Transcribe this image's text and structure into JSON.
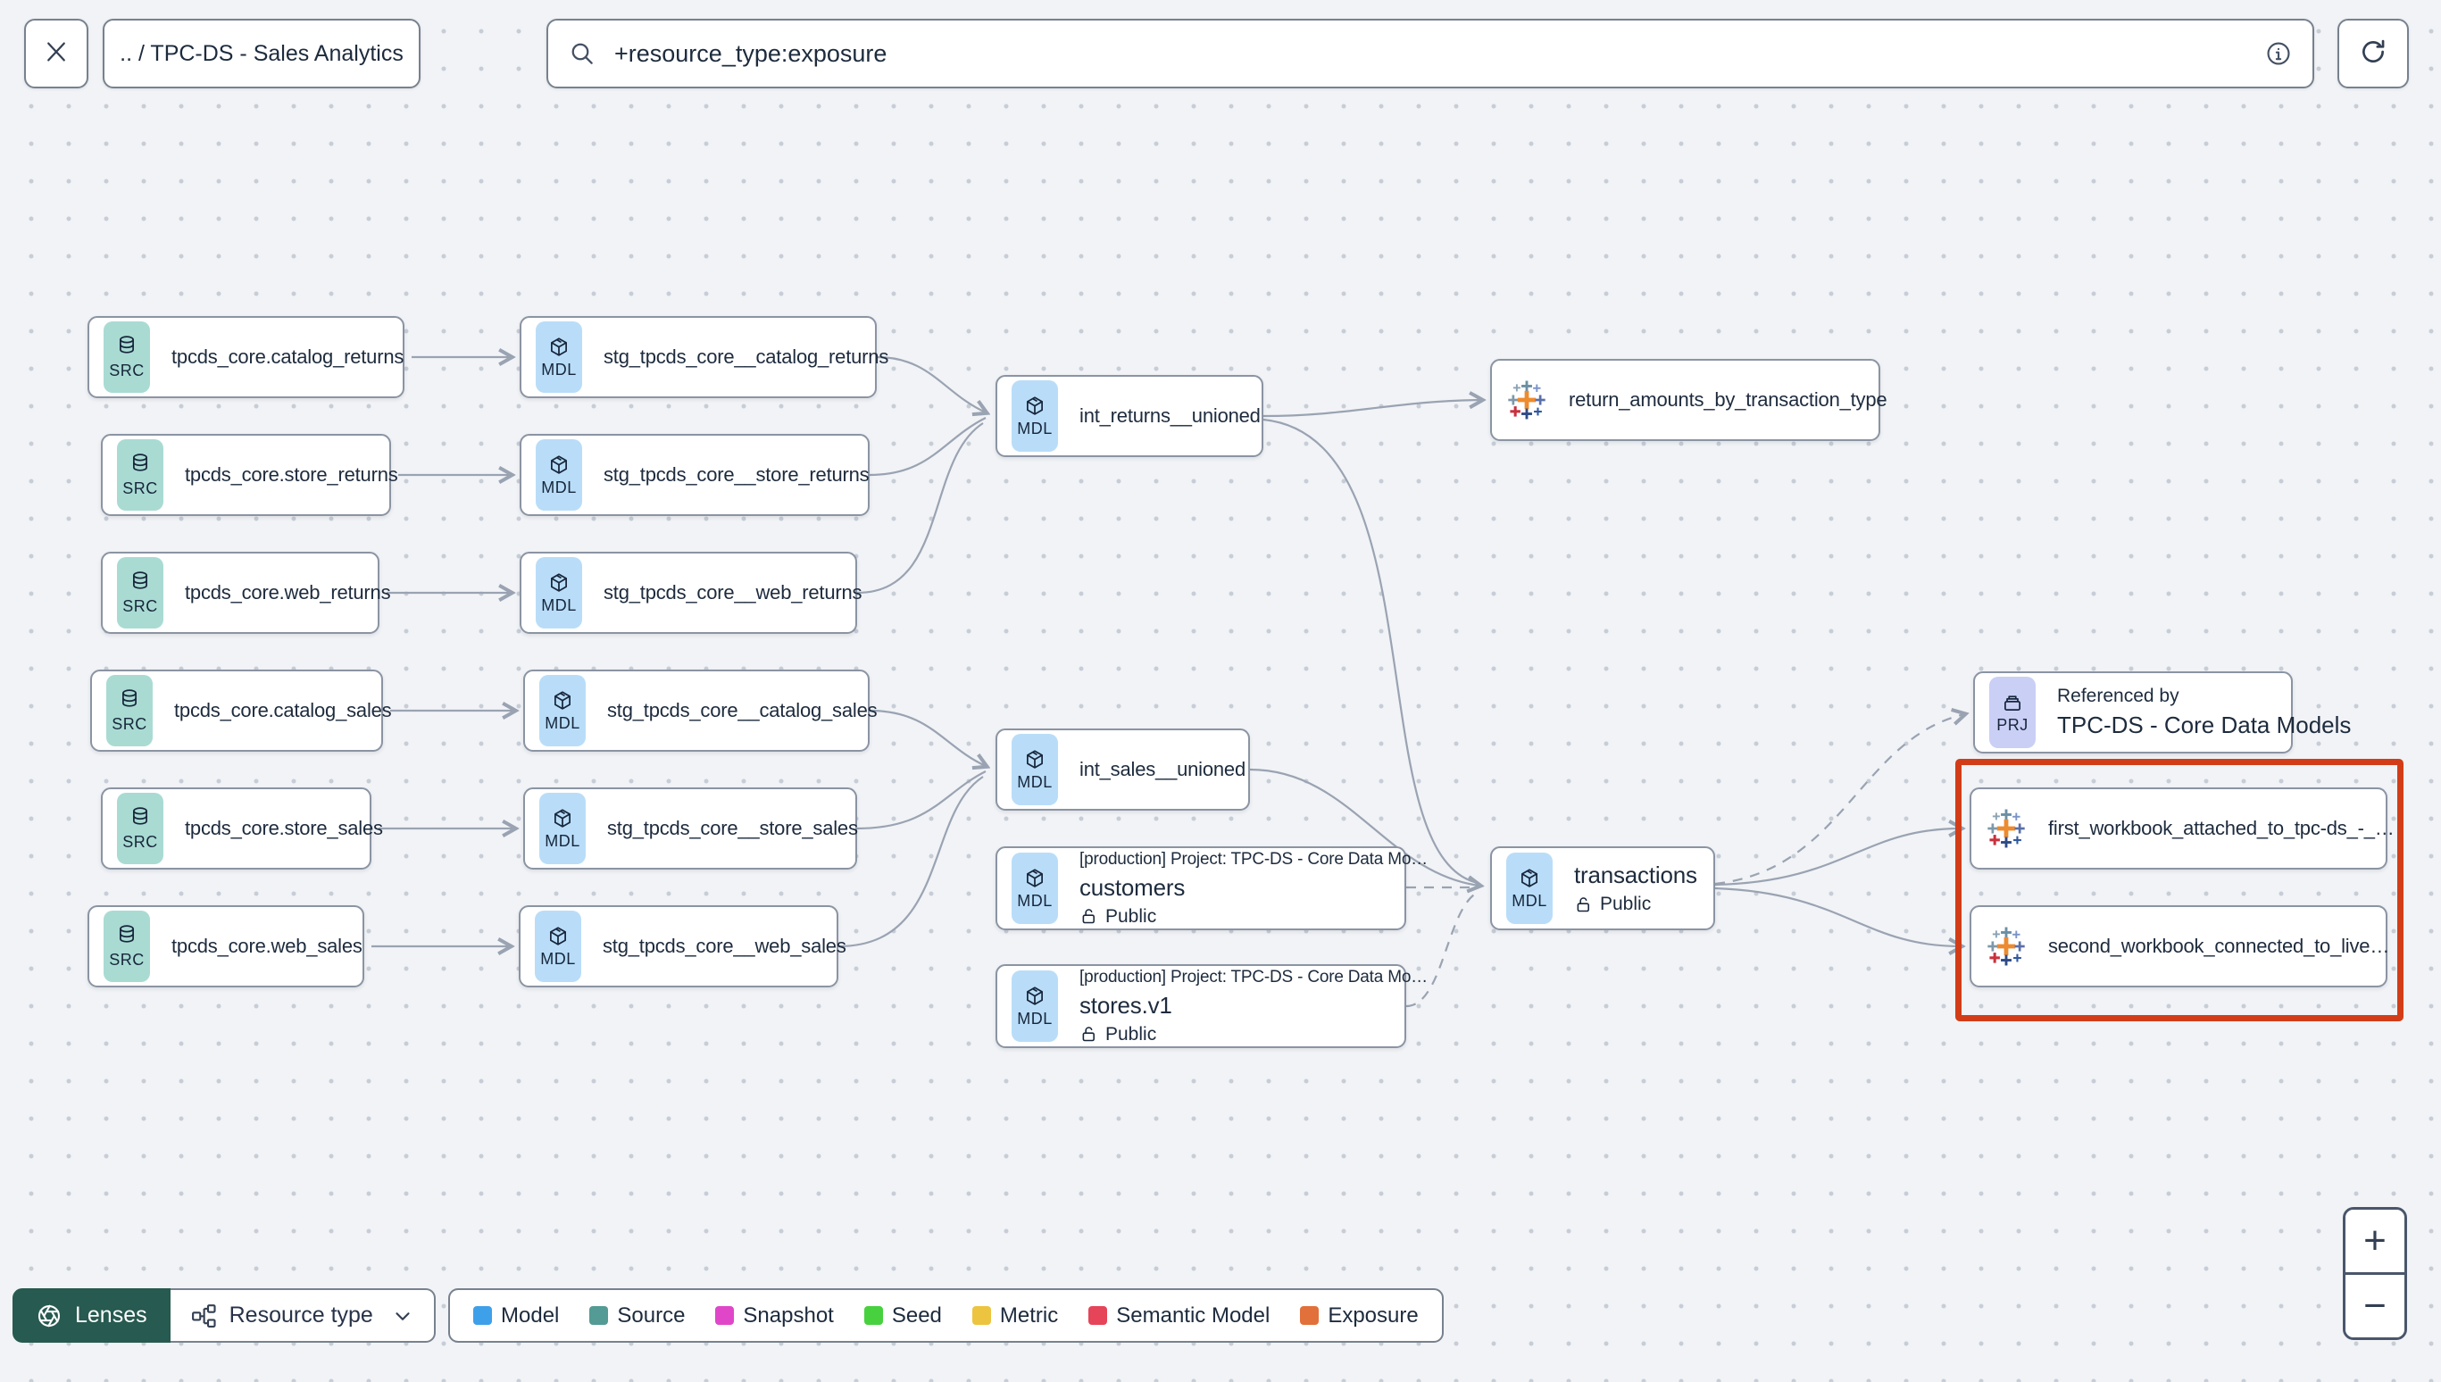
{
  "header": {
    "close_tooltip": "close",
    "breadcrumb": ".. / TPC-DS - Sales Analytics",
    "search": {
      "value": "+resource_type:exposure"
    }
  },
  "graph": {
    "nodes": [
      {
        "id": "src_catalog_returns",
        "kind": "source",
        "badge": "SRC",
        "label": "tpcds_core.catalog_returns"
      },
      {
        "id": "src_store_returns",
        "kind": "source",
        "badge": "SRC",
        "label": "tpcds_core.store_returns"
      },
      {
        "id": "src_web_returns",
        "kind": "source",
        "badge": "SRC",
        "label": "tpcds_core.web_returns"
      },
      {
        "id": "src_catalog_sales",
        "kind": "source",
        "badge": "SRC",
        "label": "tpcds_core.catalog_sales"
      },
      {
        "id": "src_store_sales",
        "kind": "source",
        "badge": "SRC",
        "label": "tpcds_core.store_sales"
      },
      {
        "id": "src_web_sales",
        "kind": "source",
        "badge": "SRC",
        "label": "tpcds_core.web_sales"
      },
      {
        "id": "stg_catalog_returns",
        "kind": "model",
        "badge": "MDL",
        "label": "stg_tpcds_core__catalog_returns"
      },
      {
        "id": "stg_store_returns",
        "kind": "model",
        "badge": "MDL",
        "label": "stg_tpcds_core__store_returns"
      },
      {
        "id": "stg_web_returns",
        "kind": "model",
        "badge": "MDL",
        "label": "stg_tpcds_core__web_returns"
      },
      {
        "id": "stg_catalog_sales",
        "kind": "model",
        "badge": "MDL",
        "label": "stg_tpcds_core__catalog_sales"
      },
      {
        "id": "stg_store_sales",
        "kind": "model",
        "badge": "MDL",
        "label": "stg_tpcds_core__store_sales"
      },
      {
        "id": "stg_web_sales",
        "kind": "model",
        "badge": "MDL",
        "label": "stg_tpcds_core__web_sales"
      },
      {
        "id": "int_returns_unioned",
        "kind": "model",
        "badge": "MDL",
        "label": "int_returns__unioned"
      },
      {
        "id": "int_sales_unioned",
        "kind": "model",
        "badge": "MDL",
        "label": "int_sales__unioned"
      },
      {
        "id": "exp_return_amounts",
        "kind": "exposure",
        "label": "return_amounts_by_transaction_type"
      },
      {
        "id": "customers",
        "kind": "model",
        "badge": "MDL",
        "project": "[production] Project: TPC-DS - Core Data Mo…",
        "label": "customers",
        "access": "Public"
      },
      {
        "id": "stores_v1",
        "kind": "model",
        "badge": "MDL",
        "project": "[production] Project: TPC-DS - Core Data Mo…",
        "label": "stores.v1",
        "access": "Public"
      },
      {
        "id": "transactions",
        "kind": "model",
        "badge": "MDL",
        "label": "transactions",
        "access": "Public"
      },
      {
        "id": "prj_core_data_models",
        "kind": "project",
        "badge": "PRJ",
        "sublabel": "Referenced by",
        "label": "TPC-DS - Core Data Models"
      },
      {
        "id": "wb_first",
        "kind": "exposure",
        "label": "first_workbook_attached_to_tpc-ds_-_…"
      },
      {
        "id": "wb_second",
        "kind": "exposure",
        "label": "second_workbook_connected_to_live…"
      }
    ],
    "edges": [
      {
        "from": "src_catalog_returns",
        "to": "stg_catalog_returns",
        "style": "solid"
      },
      {
        "from": "src_store_returns",
        "to": "stg_store_returns",
        "style": "solid"
      },
      {
        "from": "src_web_returns",
        "to": "stg_web_returns",
        "style": "solid"
      },
      {
        "from": "src_catalog_sales",
        "to": "stg_catalog_sales",
        "style": "solid"
      },
      {
        "from": "src_store_sales",
        "to": "stg_store_sales",
        "style": "solid"
      },
      {
        "from": "src_web_sales",
        "to": "stg_web_sales",
        "style": "solid"
      },
      {
        "from": "stg_catalog_returns",
        "to": "int_returns_unioned",
        "style": "solid"
      },
      {
        "from": "stg_store_returns",
        "to": "int_returns_unioned",
        "style": "solid"
      },
      {
        "from": "stg_web_returns",
        "to": "int_returns_unioned",
        "style": "solid"
      },
      {
        "from": "stg_catalog_sales",
        "to": "int_sales_unioned",
        "style": "solid"
      },
      {
        "from": "stg_store_sales",
        "to": "int_sales_unioned",
        "style": "solid"
      },
      {
        "from": "stg_web_sales",
        "to": "int_sales_unioned",
        "style": "solid"
      },
      {
        "from": "int_returns_unioned",
        "to": "exp_return_amounts",
        "style": "solid"
      },
      {
        "from": "int_returns_unioned",
        "to": "transactions",
        "style": "solid"
      },
      {
        "from": "int_sales_unioned",
        "to": "transactions",
        "style": "solid"
      },
      {
        "from": "customers",
        "to": "transactions",
        "style": "dashed"
      },
      {
        "from": "stores_v1",
        "to": "transactions",
        "style": "dashed"
      },
      {
        "from": "transactions",
        "to": "prj_core_data_models",
        "style": "dashed"
      },
      {
        "from": "transactions",
        "to": "wb_first",
        "style": "solid"
      },
      {
        "from": "transactions",
        "to": "wb_second",
        "style": "solid"
      }
    ]
  },
  "footer": {
    "lenses_label": "Lenses",
    "resource_type_label": "Resource type"
  },
  "legend": [
    {
      "label": "Model",
      "color": "#3fa0ea"
    },
    {
      "label": "Source",
      "color": "#539b94"
    },
    {
      "label": "Snapshot",
      "color": "#e046c8"
    },
    {
      "label": "Seed",
      "color": "#47d13f"
    },
    {
      "label": "Metric",
      "color": "#ecc440"
    },
    {
      "label": "Semantic Model",
      "color": "#e64458"
    },
    {
      "label": "Exposure",
      "color": "#e2703a"
    }
  ],
  "zoom_controls": {
    "zoom_in": "+",
    "zoom_out": "−"
  },
  "colors": {
    "src_badge": "#a9dbd3",
    "mdl_badge": "#b9ddf8",
    "prj_badge": "#c9cff5",
    "lenses_bg": "#275a50",
    "highlight_box": "#d23d18",
    "edge": "#9aa3b2"
  }
}
